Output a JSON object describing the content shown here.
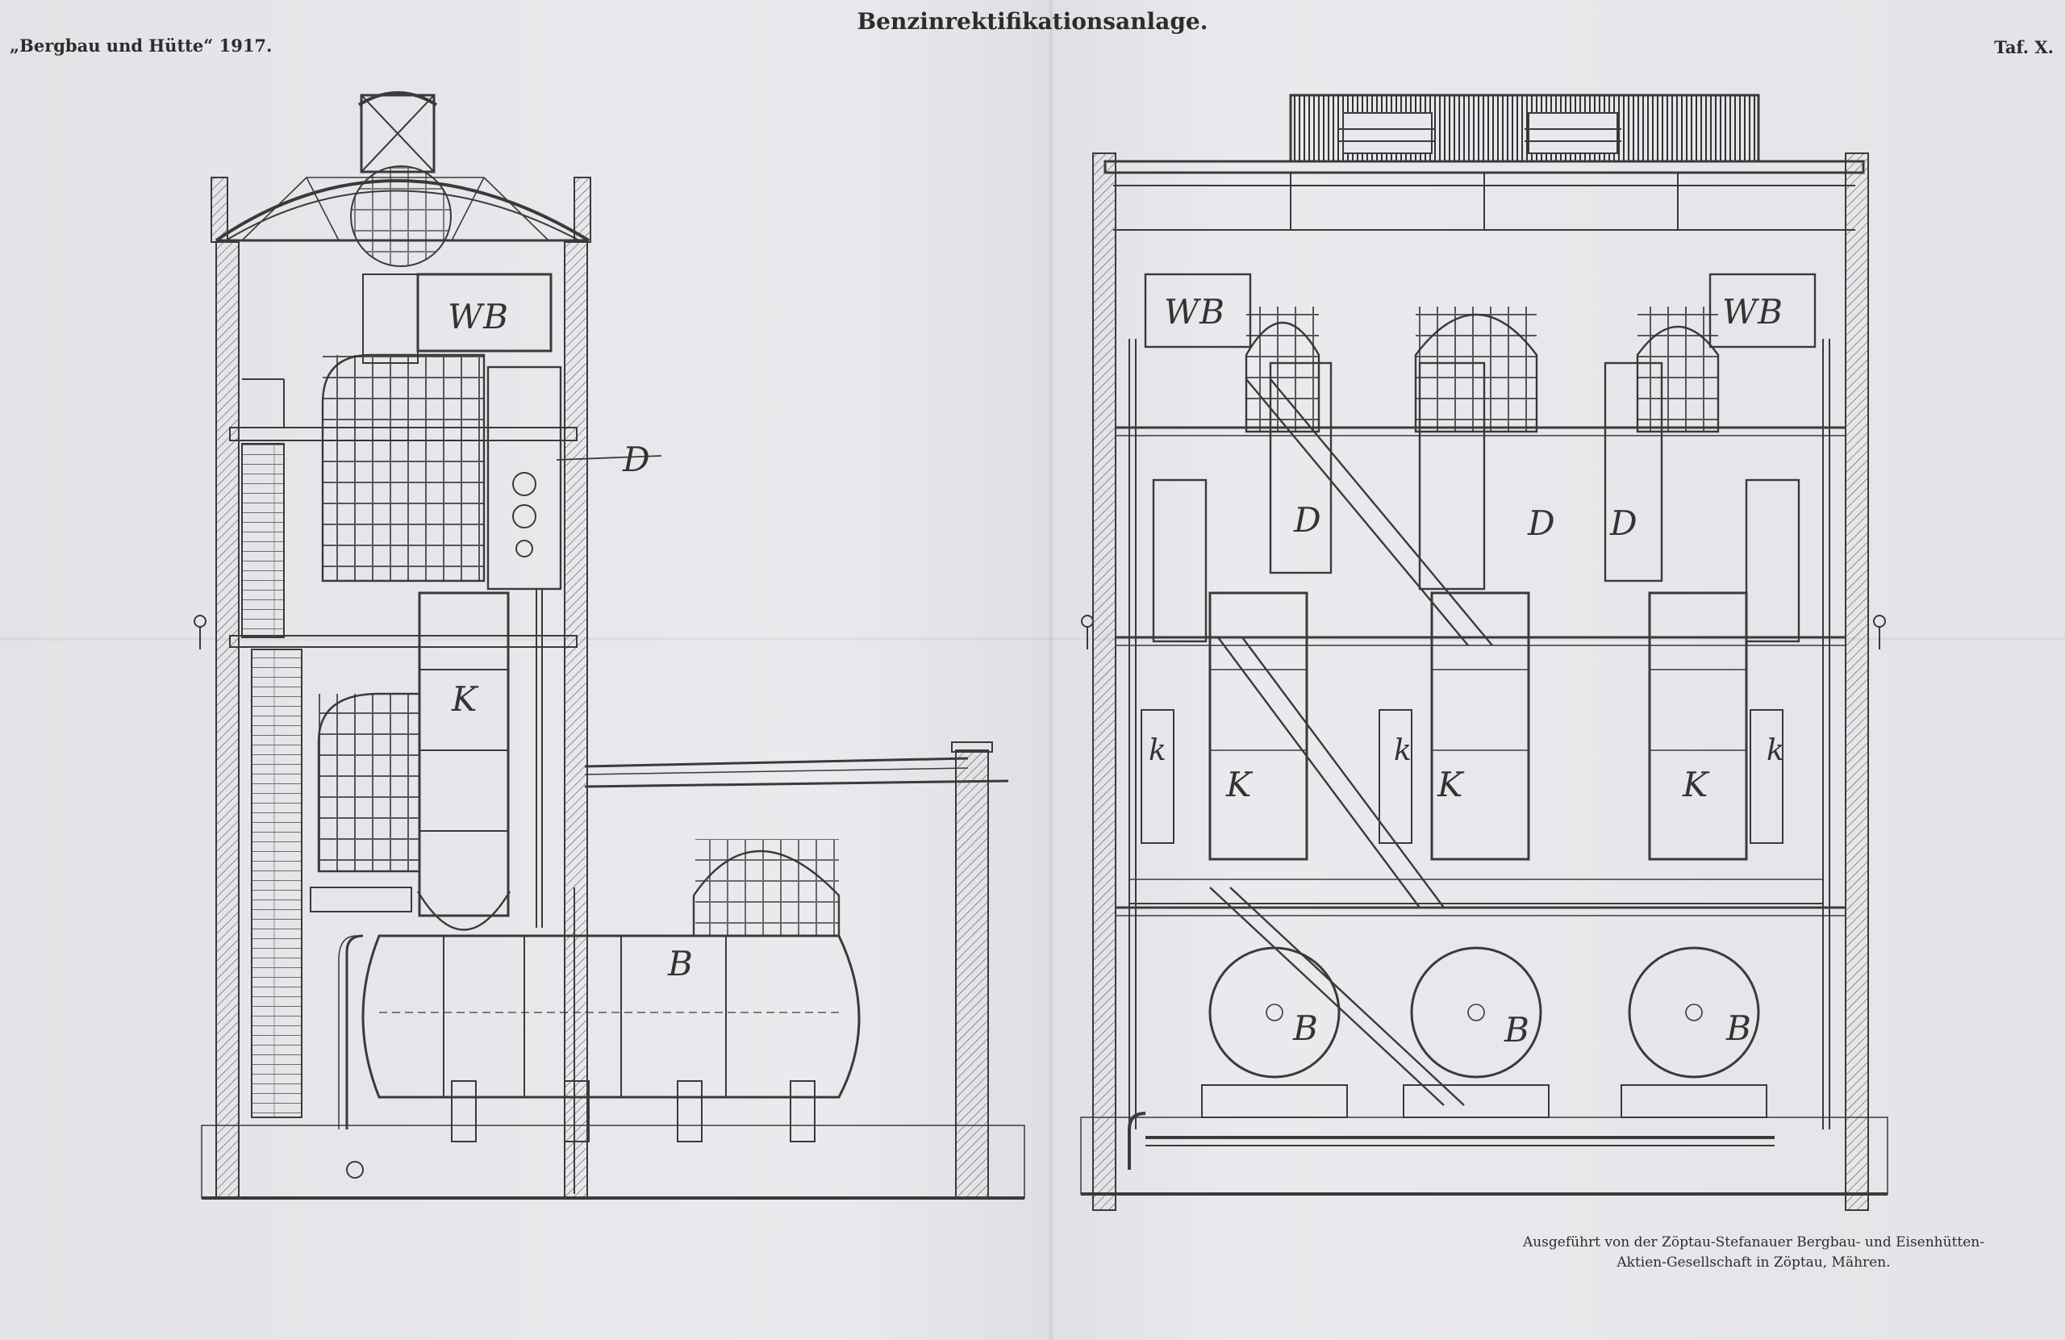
{
  "header": {
    "journal": "„Bergbau und Hütte“ 1917.",
    "title": "Benzinrektifikationsanlage.",
    "plate": "Taf. X."
  },
  "labels": {
    "left": {
      "wb": "WB",
      "d": "D",
      "k": "K",
      "b": "B"
    },
    "right": {
      "wb1": "WB",
      "wb2": "WB",
      "d1": "D",
      "d2": "D",
      "d3": "D",
      "k1": "K",
      "k2": "K",
      "k3": "K",
      "ksmall1": "k",
      "ksmall2": "k",
      "ksmall3": "k",
      "b1": "B",
      "b2": "B",
      "b3": "B"
    }
  },
  "credit": {
    "line1": "Ausgeführt von der Zöptau-Stefanauer Bergbau- und Eisenhütten-",
    "line2": "Aktien-Gesellschaft in Zöptau, Mähren."
  }
}
